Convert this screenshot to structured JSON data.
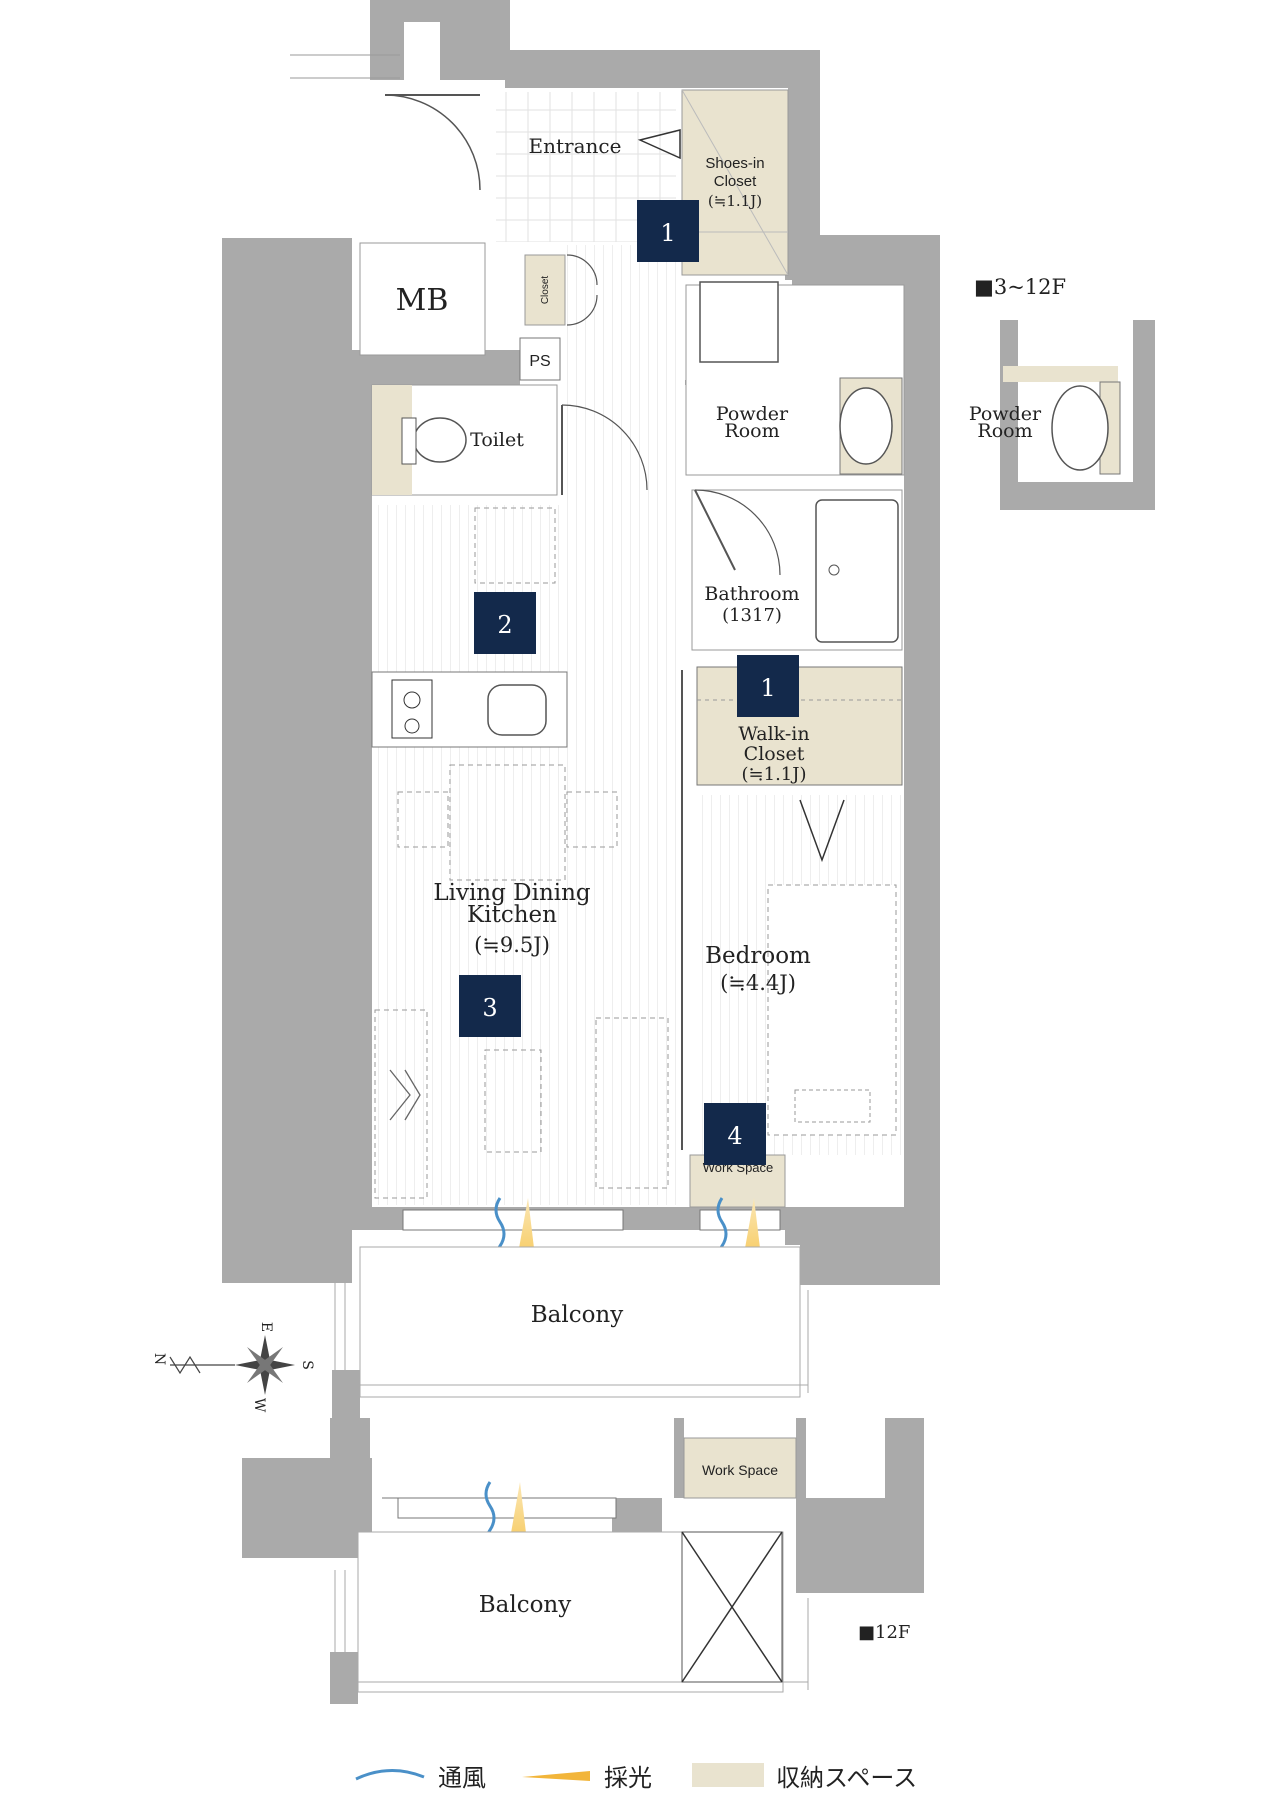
{
  "floor_labels": {
    "typical": "■3~12F",
    "top": "■12F"
  },
  "rooms": {
    "entrance": "Entrance",
    "shoes_closet": [
      "Shoes-in",
      "Closet",
      "(≒1.1J)"
    ],
    "closet_small": "Closet",
    "mb": "MB",
    "ps": "PS",
    "toilet": "Toilet",
    "powder_room": [
      "Powder",
      "Room"
    ],
    "powder_room_alt": [
      "Powder",
      "Room"
    ],
    "bathroom": [
      "Bathroom",
      "(1317)"
    ],
    "walkin_closet": [
      "Walk-in",
      "Closet",
      "(≒1.1J)"
    ],
    "ldk": [
      "Living Dining",
      "Kitchen",
      "(≒9.5J)"
    ],
    "bedroom": [
      "Bedroom",
      "(≒4.4J)"
    ],
    "work_space": "Work Space",
    "work_space_top": "Work Space",
    "balcony": "Balcony",
    "balcony_top": "Balcony"
  },
  "badges": [
    "1",
    "2",
    "1",
    "3",
    "4"
  ],
  "compass": {
    "n": "N",
    "e": "E",
    "s": "S",
    "w": "W"
  },
  "legend": [
    {
      "label": "通風",
      "kind": "ventilation",
      "color": "#4a90c8"
    },
    {
      "label": "採光",
      "kind": "lighting",
      "color": "#f2b53a"
    },
    {
      "label": "収納スペース",
      "kind": "storage",
      "color": "#e9e3cf"
    }
  ],
  "colors": {
    "wall": "#aaaaaa",
    "badge": "#13294b",
    "storage": "#e9e3cf",
    "floor_line": "#dddddd"
  }
}
